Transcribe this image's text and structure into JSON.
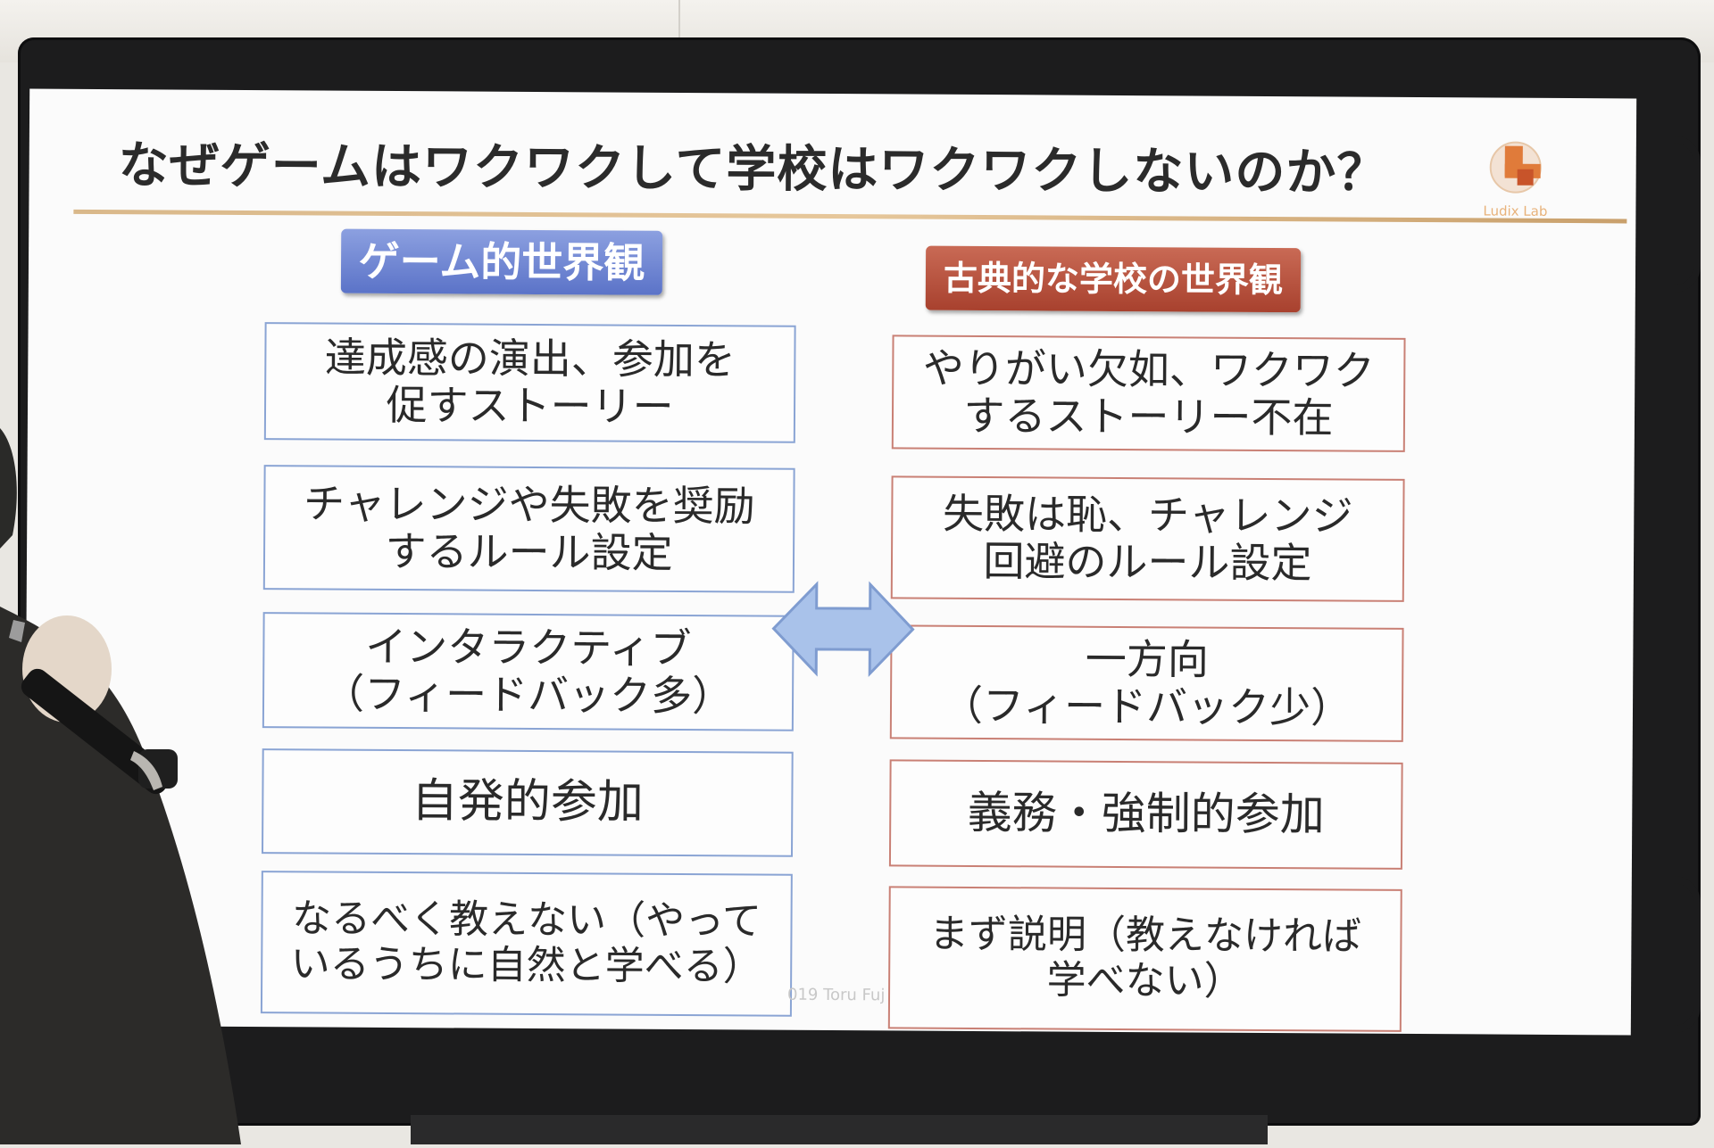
{
  "slide": {
    "title": "なぜゲームはワクワクして学校はワクワクしないのか？",
    "logo_text": "Ludix Lab",
    "left_header": "ゲーム的世界観",
    "right_header": "古典的な学校の世界観",
    "left_items": [
      "達成感の演出、参加を\n促すストーリー",
      "チャレンジや失敗を奨励\nするルール設定",
      "インタラクティブ\n（フィードバック多）",
      "自発的参加",
      "なるべく教えない（やって\nいるうちに自然と学べる）"
    ],
    "right_items": [
      "やりがい欠如、ワクワク\nするストーリー不在",
      "失敗は恥、チャレンジ\n回避のルール設定",
      "一方向\n（フィードバック少）",
      "義務・強制的参加",
      "まず説明（教えなければ\n学べない）"
    ],
    "footer_partial": "019 Toru Fuj"
  },
  "colors": {
    "left_header": "#5b73c8",
    "right_header": "#a8412e",
    "left_border": "#8aa4d4",
    "right_border": "#c98075",
    "arrow_fill": "#a9c2ea",
    "title_rule": "#d9b88a",
    "logo_accent": "#e07b3a"
  },
  "icons": {
    "logo": "ludix-lab-logo",
    "arrow": "double-headed-arrow"
  }
}
